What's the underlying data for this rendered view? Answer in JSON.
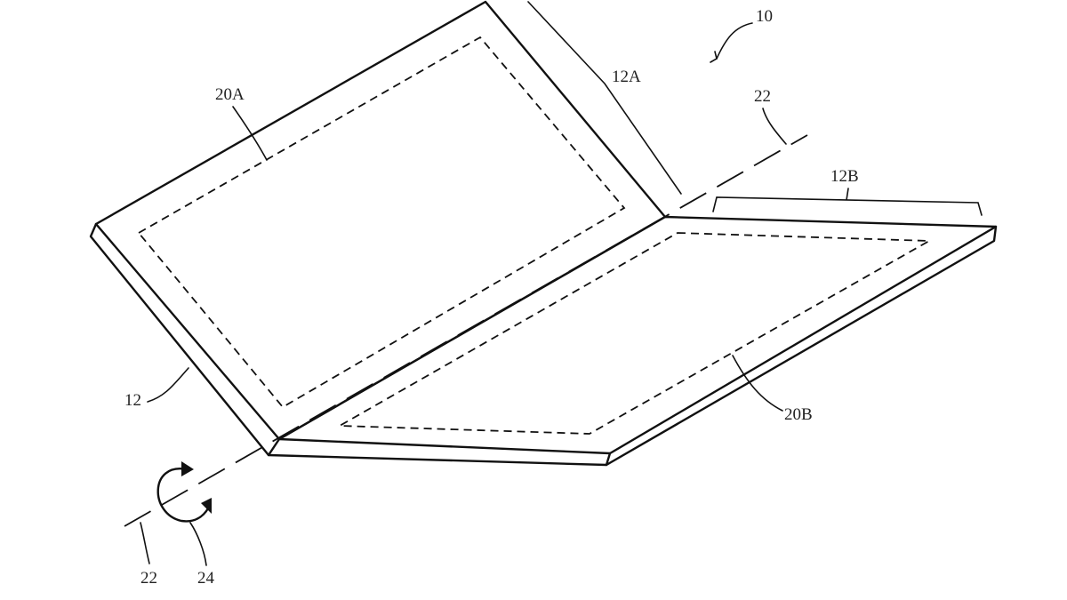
{
  "labels": {
    "device": "10",
    "housing": "12",
    "housing_portion_a": "12A",
    "housing_portion_b": "12B",
    "display_a": "20A",
    "display_b": "20B",
    "axis_upper": "22",
    "axis_lower": "22",
    "rotation": "24"
  },
  "colors": {
    "line": "#111111",
    "text": "#222222",
    "background": "#ffffff"
  },
  "icons": {
    "rotation": "rotation-arrow-icon"
  }
}
